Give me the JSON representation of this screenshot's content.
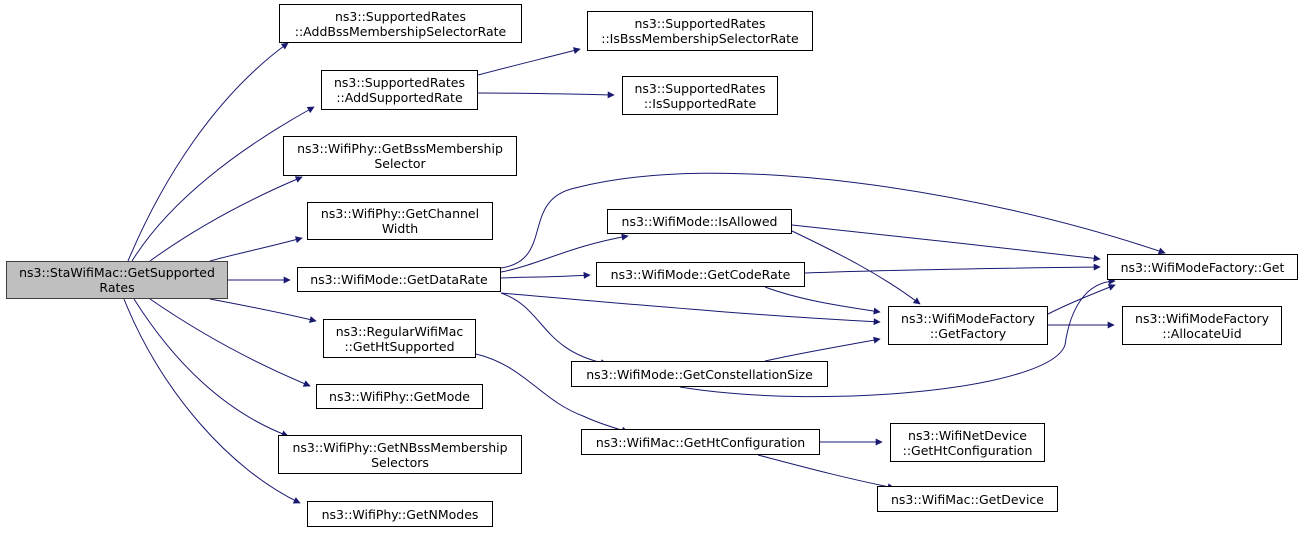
{
  "colors": {
    "edge": "#191970",
    "root_fill": "#bfbfbf",
    "node_fill": "#ffffff",
    "node_border": "#000000"
  },
  "nodes": [
    {
      "id": "root",
      "root": true,
      "lines": [
        "ns3::StaWifiMac::GetSupported",
        "Rates"
      ]
    },
    {
      "id": "addBssRate",
      "lines": [
        "ns3::SupportedRates",
        "::AddBssMembershipSelectorRate"
      ]
    },
    {
      "id": "addSupportedRate",
      "lines": [
        "ns3::SupportedRates",
        "::AddSupportedRate"
      ]
    },
    {
      "id": "getBssSelector",
      "lines": [
        "ns3::WifiPhy::GetBssMembership",
        "Selector"
      ]
    },
    {
      "id": "getChannelWidth",
      "lines": [
        "ns3::WifiPhy::GetChannel",
        "Width"
      ]
    },
    {
      "id": "getDataRate",
      "lines": [
        "ns3::WifiMode::GetDataRate"
      ]
    },
    {
      "id": "getHtSupported",
      "lines": [
        "ns3::RegularWifiMac",
        "::GetHtSupported"
      ]
    },
    {
      "id": "getMode",
      "lines": [
        "ns3::WifiPhy::GetMode"
      ]
    },
    {
      "id": "getNBss",
      "lines": [
        "ns3::WifiPhy::GetNBssMembership",
        "Selectors"
      ]
    },
    {
      "id": "getNModes",
      "lines": [
        "ns3::WifiPhy::GetNModes"
      ]
    },
    {
      "id": "isBssRate",
      "lines": [
        "ns3::SupportedRates",
        "::IsBssMembershipSelectorRate"
      ]
    },
    {
      "id": "isSupportedRate",
      "lines": [
        "ns3::SupportedRates",
        "::IsSupportedRate"
      ]
    },
    {
      "id": "isAllowed",
      "lines": [
        "ns3::WifiMode::IsAllowed"
      ]
    },
    {
      "id": "getCodeRate",
      "lines": [
        "ns3::WifiMode::GetCodeRate"
      ]
    },
    {
      "id": "getConstellation",
      "lines": [
        "ns3::WifiMode::GetConstellationSize"
      ]
    },
    {
      "id": "getHtConfig",
      "lines": [
        "ns3::WifiMac::GetHtConfiguration"
      ]
    },
    {
      "id": "factoryGet",
      "lines": [
        "ns3::WifiModeFactory::Get"
      ]
    },
    {
      "id": "getFactory",
      "lines": [
        "ns3::WifiModeFactory",
        "::GetFactory"
      ]
    },
    {
      "id": "allocateUid",
      "lines": [
        "ns3::WifiModeFactory",
        "::AllocateUid"
      ]
    },
    {
      "id": "netDevHtConfig",
      "lines": [
        "ns3::WifiNetDevice",
        "::GetHtConfiguration"
      ]
    },
    {
      "id": "getDevice",
      "lines": [
        "ns3::WifiMac::GetDevice"
      ]
    }
  ],
  "edges": [
    {
      "from": "root",
      "to": "addBssRate"
    },
    {
      "from": "root",
      "to": "addSupportedRate"
    },
    {
      "from": "root",
      "to": "getBssSelector"
    },
    {
      "from": "root",
      "to": "getChannelWidth"
    },
    {
      "from": "root",
      "to": "getDataRate"
    },
    {
      "from": "root",
      "to": "getHtSupported"
    },
    {
      "from": "root",
      "to": "getMode"
    },
    {
      "from": "root",
      "to": "getNBss"
    },
    {
      "from": "root",
      "to": "getNModes"
    },
    {
      "from": "addSupportedRate",
      "to": "isBssRate"
    },
    {
      "from": "addSupportedRate",
      "to": "isSupportedRate"
    },
    {
      "from": "getDataRate",
      "to": "factoryGet"
    },
    {
      "from": "getDataRate",
      "to": "isAllowed"
    },
    {
      "from": "getDataRate",
      "to": "getCodeRate"
    },
    {
      "from": "getDataRate",
      "to": "getFactory"
    },
    {
      "from": "getDataRate",
      "to": "getConstellation"
    },
    {
      "from": "getHtSupported",
      "to": "getHtConfig"
    },
    {
      "from": "isAllowed",
      "to": "factoryGet"
    },
    {
      "from": "isAllowed",
      "to": "getFactory"
    },
    {
      "from": "getCodeRate",
      "to": "factoryGet"
    },
    {
      "from": "getCodeRate",
      "to": "getFactory"
    },
    {
      "from": "getConstellation",
      "to": "getFactory"
    },
    {
      "from": "getConstellation",
      "to": "factoryGet"
    },
    {
      "from": "getFactory",
      "to": "factoryGet"
    },
    {
      "from": "getFactory",
      "to": "allocateUid"
    },
    {
      "from": "getHtConfig",
      "to": "netDevHtConfig"
    },
    {
      "from": "getHtConfig",
      "to": "getDevice"
    }
  ]
}
